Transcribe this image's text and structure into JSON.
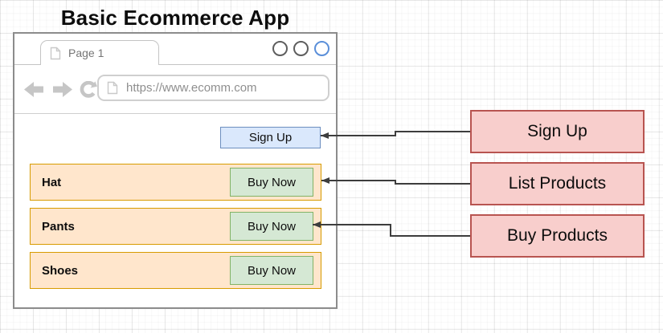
{
  "title": "Basic Ecommerce App",
  "browser": {
    "tab_label": "Page 1",
    "url": "https://www.ecomm.com",
    "signup_button": "Sign Up",
    "products": [
      {
        "name": "Hat",
        "buy_label": "Buy Now"
      },
      {
        "name": "Pants",
        "buy_label": "Buy Now"
      },
      {
        "name": "Shoes",
        "buy_label": "Buy Now"
      }
    ]
  },
  "annotations": [
    {
      "label": "Sign Up"
    },
    {
      "label": "List Products"
    },
    {
      "label": "Buy Products"
    }
  ],
  "icons": {
    "tab_page_icon": "page-document",
    "back_icon": "left-arrow",
    "forward_icon": "right-arrow",
    "refresh_icon": "reload-arrow",
    "url_page_icon": "page-document"
  },
  "colors": {
    "window_border": "#8c8c8c",
    "signup_fill": "#dae8fc",
    "signup_border": "#6c8ebf",
    "product_row_fill": "#ffe6cc",
    "product_row_border": "#d79b00",
    "buy_button_fill": "#d5e8d4",
    "buy_button_border": "#82b366",
    "annotation_fill": "#f8cecc",
    "annotation_border": "#b85450",
    "active_circle_border": "#5b8fd9",
    "arrow_color": "#3d3d3d"
  }
}
